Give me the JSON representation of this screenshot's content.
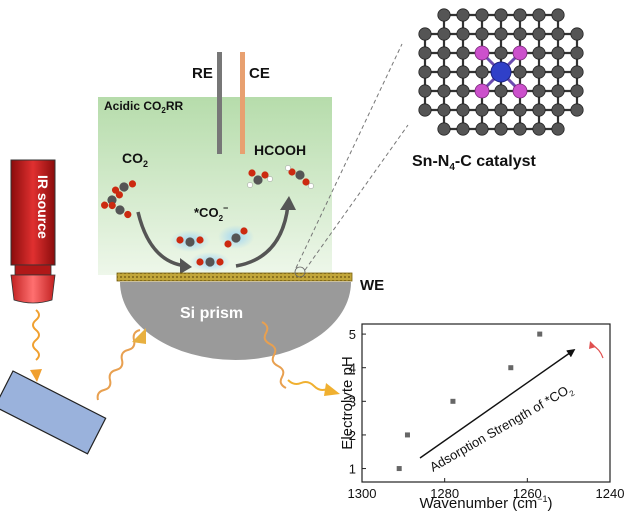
{
  "labels": {
    "reference_electrode": "RE",
    "counter_electrode": "CE",
    "working_electrode": "WE",
    "reaction_prefix": "Acidic CO",
    "reaction_sub": "2",
    "reaction_suffix": "RR",
    "reactant_prefix": "CO",
    "reactant_sub": "2",
    "product": "HCOOH",
    "intermediate_prefix": "*CO",
    "intermediate_sub": "2",
    "intermediate_sup": "−",
    "prism": "Si prism",
    "source_line1": "IR",
    "source_line2": "source",
    "catalyst_prefix": "Sn-N",
    "catalyst_sub": "4",
    "catalyst_suffix": "-C catalyst"
  },
  "colors": {
    "electrolyte": "#bfe0b4",
    "ce_electrode": "#e8a070",
    "re_electrode": "#777777",
    "we_bar": "#c8a228",
    "prism": "#9a9a9a",
    "source_body": "#c01818",
    "detector": "#9ab2dc",
    "sn_atom": "#3040c8",
    "n_atom": "#cc50cc",
    "c_atom": "#555555",
    "o_atom": "#cc2a10"
  },
  "chart_data": {
    "type": "scatter",
    "xlabel_prefix": "Wavenumber (cm",
    "xlabel_sup": "−1",
    "xlabel_suffix": ")",
    "ylabel": "Electrolyte pH",
    "xlim": [
      1300,
      1240
    ],
    "ylim": [
      0.6,
      5.3
    ],
    "x_ticks": [
      "1300",
      "1280",
      "1260",
      "1240"
    ],
    "y_ticks": [
      "1",
      "2",
      "3",
      "4",
      "5"
    ],
    "annotation_prefix": "Adsorption Strength of *CO",
    "annotation_sub": "2",
    "points": [
      {
        "x": 1291,
        "y": 1
      },
      {
        "x": 1289,
        "y": 2
      },
      {
        "x": 1278,
        "y": 3
      },
      {
        "x": 1264,
        "y": 4
      },
      {
        "x": 1257,
        "y": 5
      }
    ]
  }
}
